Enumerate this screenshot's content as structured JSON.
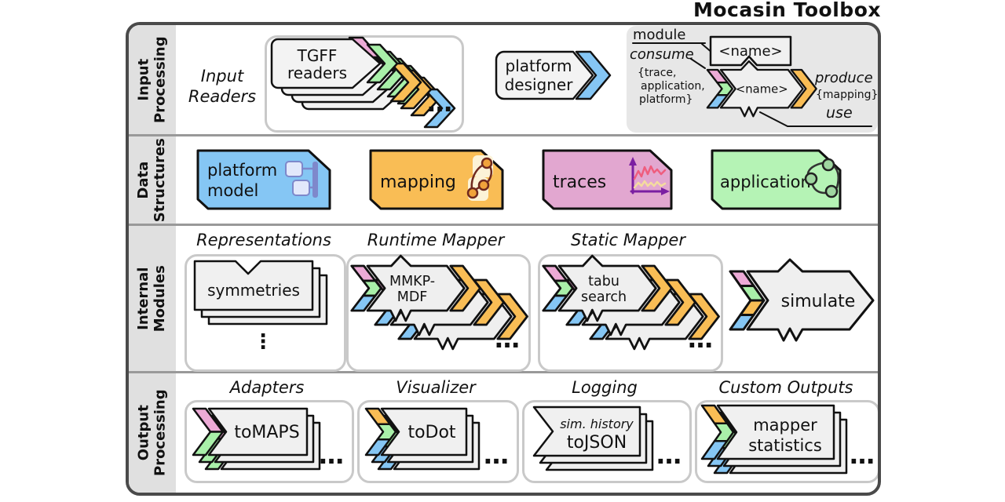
{
  "title": "Mocasin Toolbox",
  "ellipsis": "…",
  "vertical_ellipsis": "⋮",
  "palette": {
    "trace_pink": "#ecaad6",
    "application_green": "#a9f0a9",
    "platform_blue": "#85c6f4",
    "mapping_orange": "#f9bd55",
    "module_gray": "#efefef"
  },
  "sections": {
    "input_processing": {
      "label": [
        "Input",
        "Processing"
      ],
      "readers_label": [
        "Input",
        "Readers"
      ],
      "tgff_readers": [
        "TGFF",
        "readers"
      ],
      "platform_designer": [
        "platform",
        "designer"
      ]
    },
    "legend": {
      "module": "module",
      "module_name_placeholder": "<name>",
      "instance_name_placeholder": "<name>",
      "consume": "consume",
      "consume_types": [
        "{trace,",
        "application,",
        "platform}"
      ],
      "produce": "produce",
      "produce_types": "{mapping}",
      "use": "use"
    },
    "data_structures": {
      "label": [
        "Data",
        "Structures"
      ],
      "cards": [
        {
          "label1": "platform",
          "label2": "model",
          "color": "#85c6f4"
        },
        {
          "label1": "mapping",
          "color": "#f9bd55"
        },
        {
          "label1": "traces",
          "color": "#e2a7d0"
        },
        {
          "label1": "application",
          "color": "#b5f3b5"
        }
      ]
    },
    "internal_modules": {
      "label": [
        "Internal",
        "Modules"
      ],
      "groups": [
        {
          "title": "Representations",
          "module1": "symmetries"
        },
        {
          "title": "Runtime Mapper",
          "module1": "MMKP-",
          "module2": "MDF"
        },
        {
          "title": "Static Mapper",
          "module1": "tabu",
          "module2": "search"
        }
      ],
      "simulate": "simulate"
    },
    "output_processing": {
      "label": [
        "Output",
        "Processing"
      ],
      "groups": [
        {
          "title": "Adapters",
          "module1": "toMAPS"
        },
        {
          "title": "Visualizer",
          "module1": "toDot"
        },
        {
          "title": "Logging",
          "module_sub": "sim. history",
          "module1": "toJSON"
        },
        {
          "title": "Custom Outputs",
          "module1": "mapper",
          "module2": "statistics"
        }
      ]
    }
  }
}
